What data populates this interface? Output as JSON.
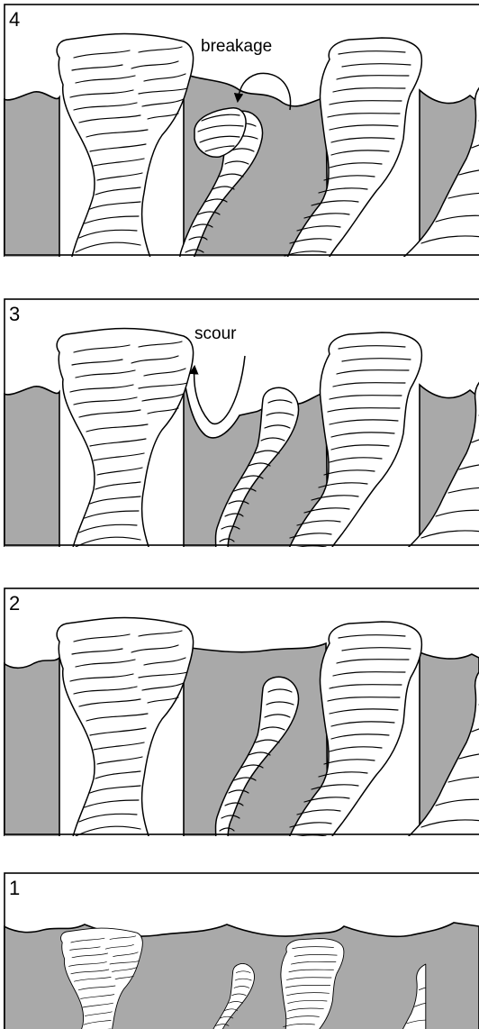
{
  "panels": [
    {
      "number": "4",
      "label": "breakage"
    },
    {
      "number": "3",
      "label": "scour"
    },
    {
      "number": "2",
      "label": ""
    },
    {
      "number": "1",
      "label": ""
    }
  ]
}
